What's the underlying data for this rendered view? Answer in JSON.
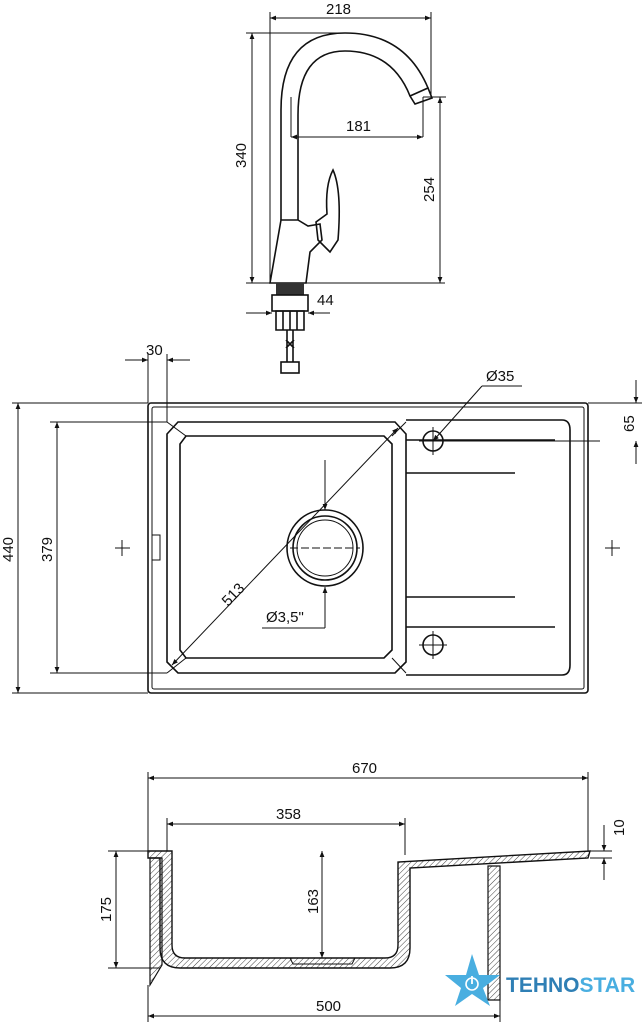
{
  "faucet": {
    "width": "218",
    "height": "340",
    "reach": "181",
    "spout_height": "254",
    "base_diameter": "44"
  },
  "sink_top": {
    "rim_offset": "30",
    "tap_hole": "Ø35",
    "tap_hole_offset": "65",
    "depth": "440",
    "bowl_depth": "379",
    "diagonal": "513",
    "drain": "Ø3,5\""
  },
  "sink_side": {
    "width": "670",
    "bowl_width": "358",
    "rim_thickness": "10",
    "height": "175",
    "bowl_height": "163",
    "cabinet": "500"
  },
  "logo": {
    "text_a": "TEHNO",
    "text_b": "STAR",
    "color_a": "#2f7fb5",
    "color_b": "#49aee0"
  }
}
